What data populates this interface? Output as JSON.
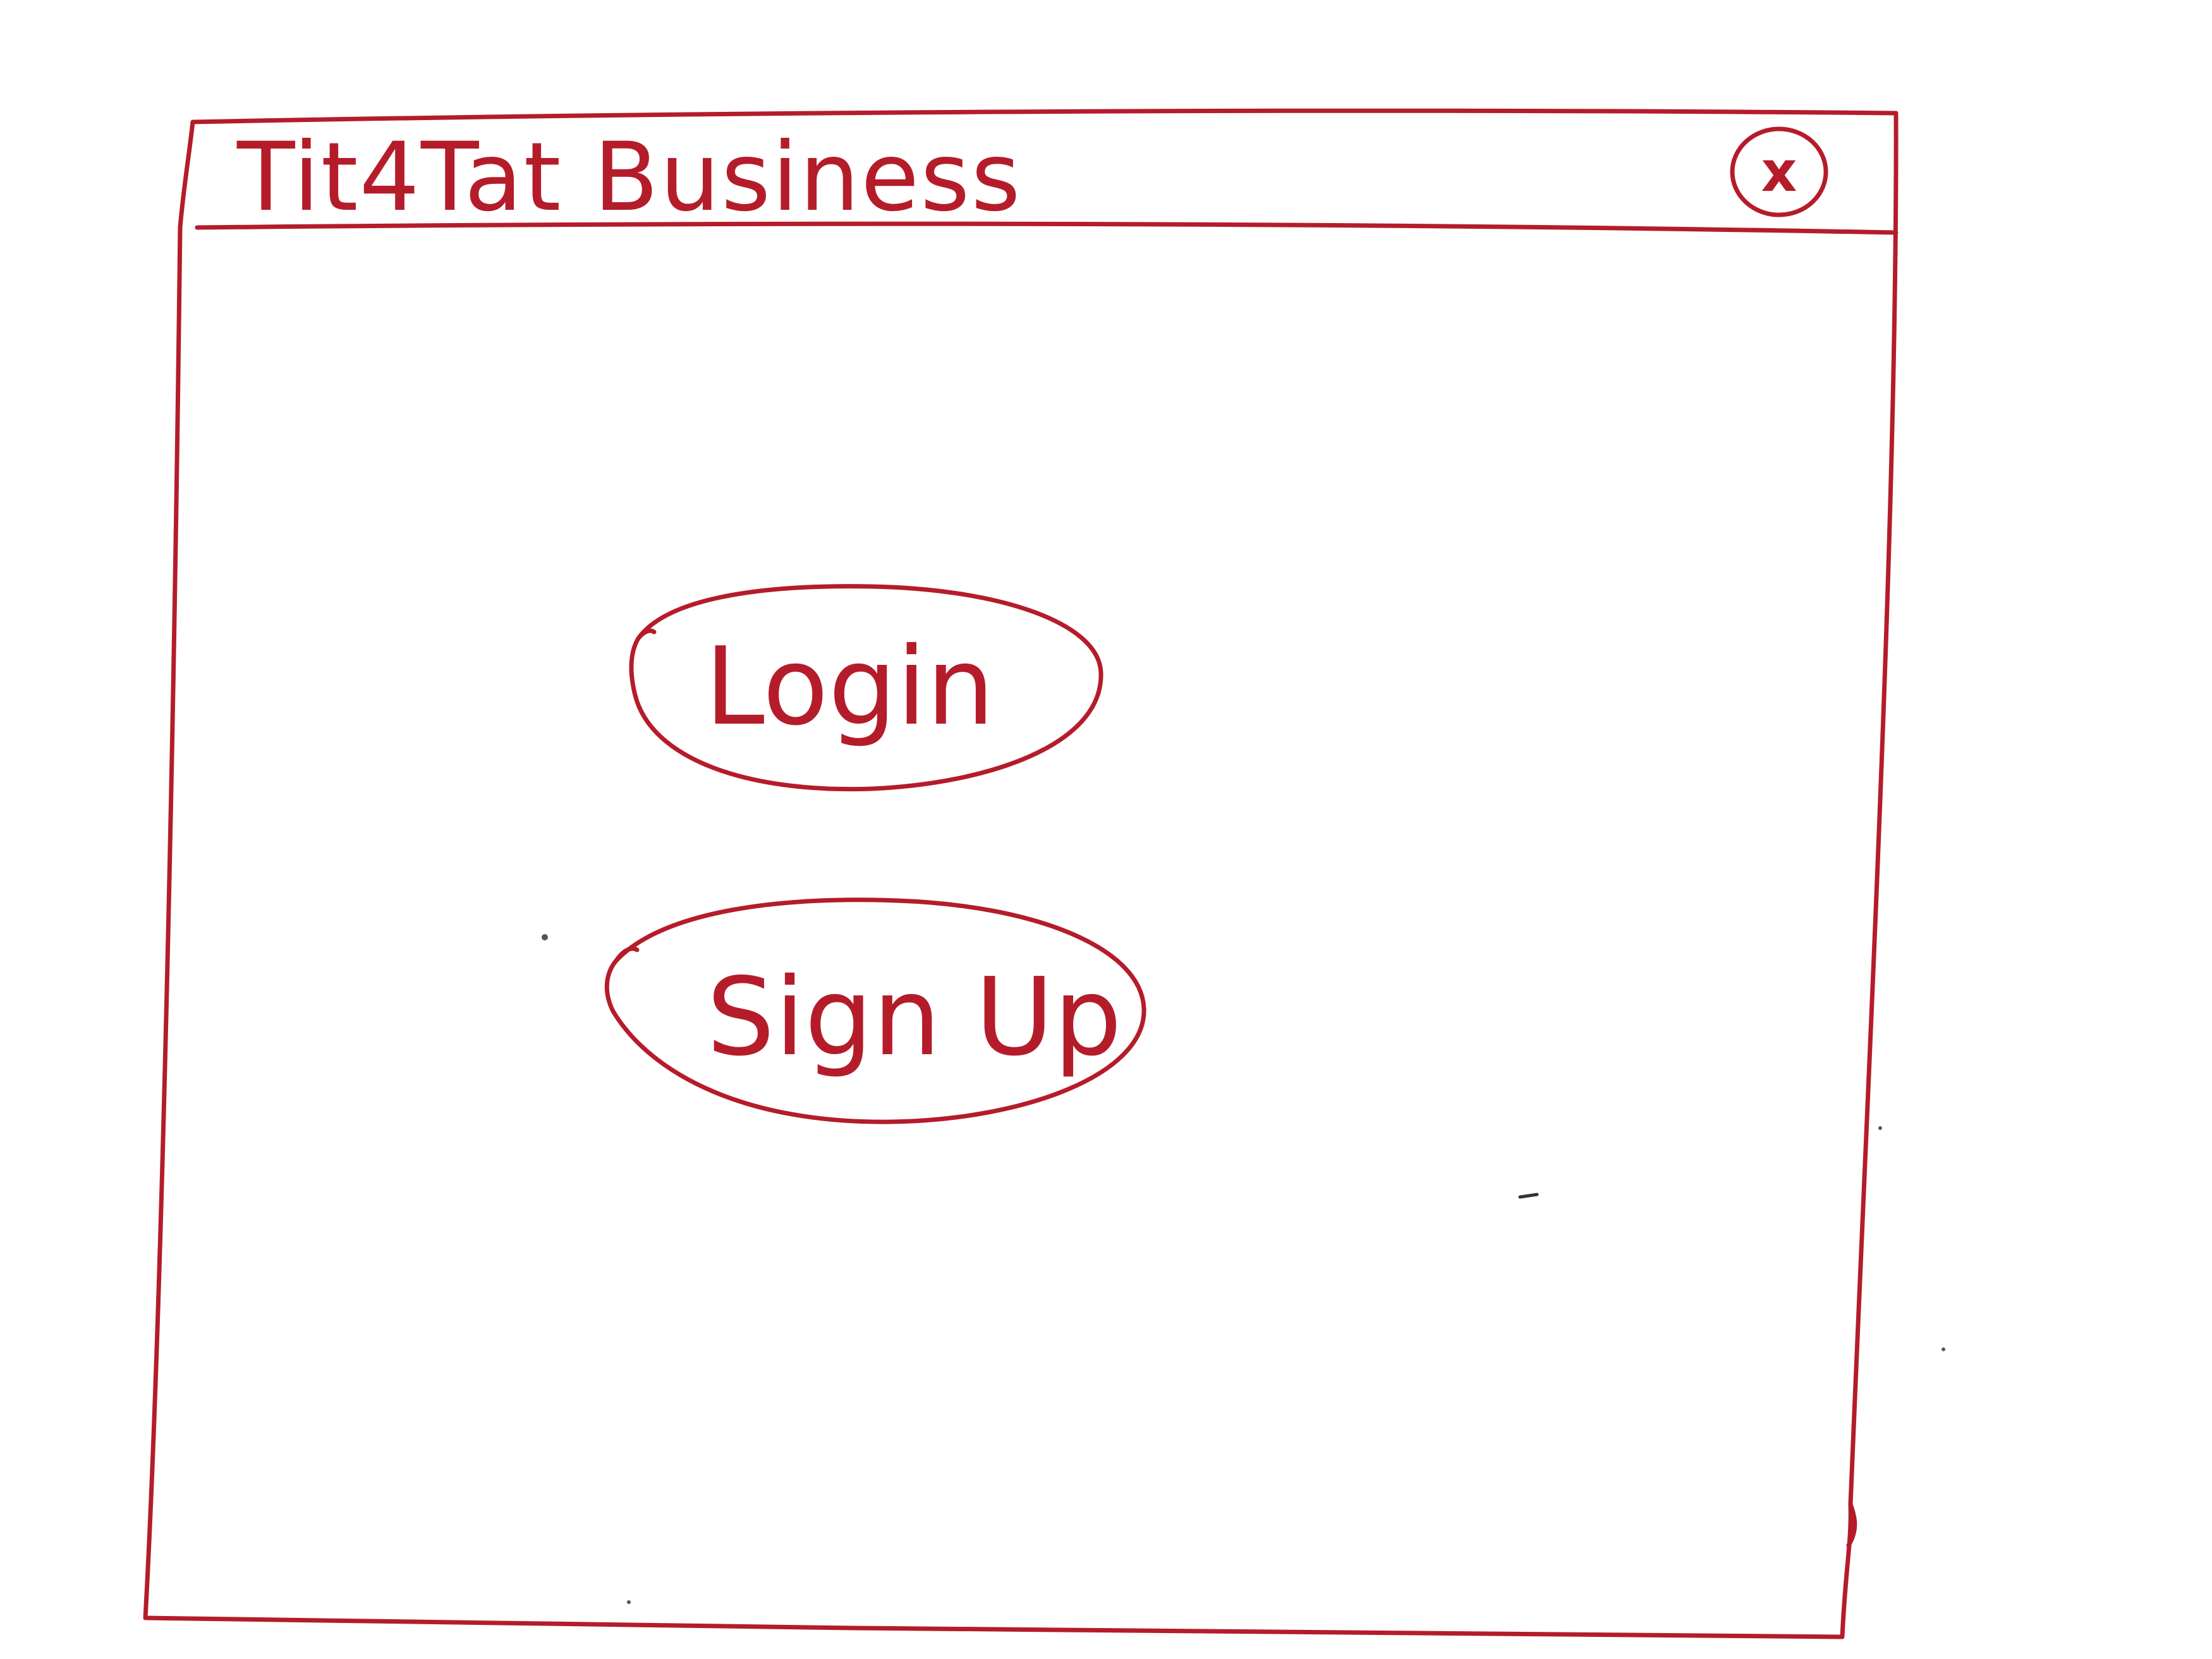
{
  "window": {
    "title": "Tit4Tat Business",
    "close_icon": "close-icon",
    "close_glyph": "x"
  },
  "main": {
    "login_label": "Login",
    "signup_label": "Sign Up"
  },
  "colors": {
    "ink": "#b51c2a",
    "paper": "#ffffff"
  }
}
